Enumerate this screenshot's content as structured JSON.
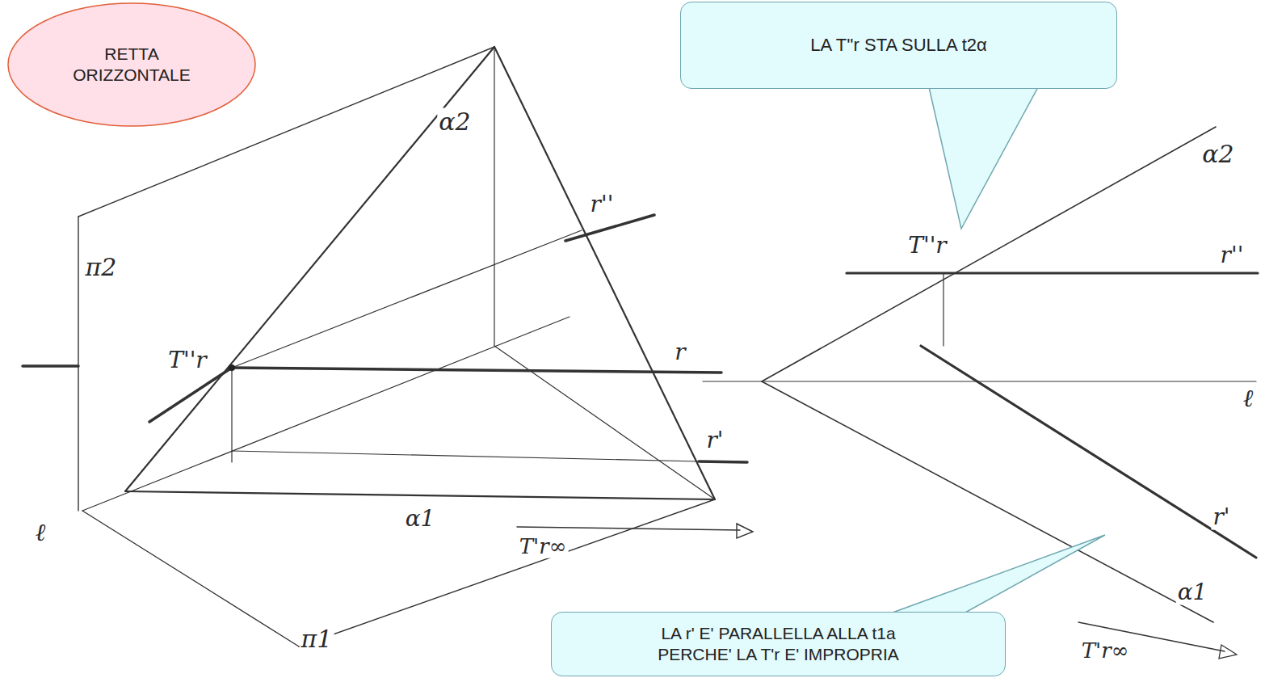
{
  "diagram": {
    "nodes": [
      {
        "text": [
          "RETTA ORIZZONTALE"
        ]
      },
      {
        "text": [
          "LA T''r STA SULLA t2α"
        ]
      },
      {
        "text": [
          "LA r' E' PARALLELLA ALLA t1a PERCHE' LA T'r E' IMPROPRIA"
        ]
      }
    ],
    "labels": [
      "α2",
      "π2",
      "r''",
      "T''r",
      "r",
      "r'",
      "ℓ",
      "α1",
      "T'r∞",
      "π1",
      "α2",
      "T''r",
      "r''",
      "ℓ",
      "r'",
      "α1",
      "T'r∞"
    ]
  }
}
